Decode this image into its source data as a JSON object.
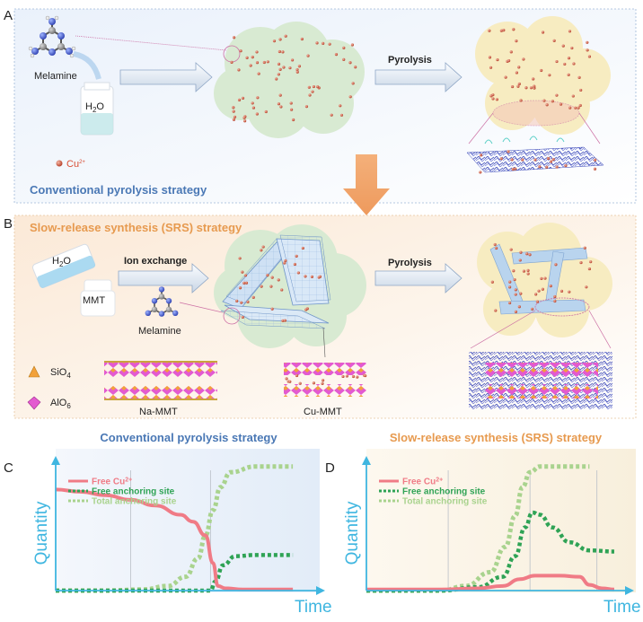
{
  "panels": {
    "a": {
      "letter": "A",
      "strategy": "Conventional pyrolysis strategy",
      "melamine": "Melamine",
      "water": "H",
      "water_sub": "2",
      "water_tail": "O",
      "cu": "Cu",
      "cu_sup": "2+",
      "pyrolysis": "Pyrolysis"
    },
    "b": {
      "letter": "B",
      "strategy": "Slow-release synthesis (SRS) strategy",
      "water": "H",
      "water_sub": "2",
      "water_tail": "O",
      "mmt": "MMT",
      "ion_exchange": "Ion exchange",
      "melamine": "Melamine",
      "pyrolysis": "Pyrolysis",
      "sio": "SiO",
      "sio_sub": "4",
      "alo": "AlO",
      "alo_sub": "6",
      "na_mmt": "Na-MMT",
      "cu_mmt": "Cu-MMT"
    },
    "c": {
      "letter": "C"
    },
    "d": {
      "letter": "D"
    }
  },
  "colors": {
    "free_cu": "#f07b86",
    "free_site": "#2fa355",
    "total_site": "#a9d38e",
    "axis": "#3fb6e0",
    "blue_text": "#4a78b5",
    "orange_text": "#e79a4f"
  },
  "chart_data": [
    {
      "type": "line",
      "title": "Conventional pyrolysis strategy",
      "xlabel": "Time",
      "ylabel": "Quantity",
      "xlim": [
        0,
        100
      ],
      "ylim": [
        0,
        100
      ],
      "stage_dividers": [
        30,
        62
      ],
      "legend": "top-left",
      "series": [
        {
          "name": "Free Cu",
          "name_sup": "2+",
          "style": "solid",
          "x": [
            0,
            10,
            20,
            30,
            40,
            50,
            55,
            60,
            63,
            65,
            68,
            75,
            85,
            95
          ],
          "values": [
            88,
            86,
            83,
            79,
            74,
            66,
            60,
            48,
            24,
            4,
            2,
            1,
            1,
            1
          ]
        },
        {
          "name": "Free anchoring site",
          "style": "dotted-dark",
          "x": [
            0,
            20,
            40,
            55,
            62,
            64,
            67,
            72,
            80,
            95
          ],
          "values": [
            0,
            0,
            0,
            0,
            0,
            8,
            22,
            30,
            31,
            31
          ]
        },
        {
          "name": "Total anchoring site",
          "style": "dotted-light",
          "x": [
            0,
            20,
            35,
            45,
            52,
            57,
            60,
            63,
            66,
            70,
            80,
            95
          ],
          "values": [
            0,
            0,
            1,
            4,
            12,
            28,
            48,
            70,
            90,
            103,
            108,
            108
          ]
        }
      ]
    },
    {
      "type": "line",
      "title": "Slow-release synthesis (SRS) strategy",
      "xlabel": "Time",
      "ylabel": "Quantity",
      "xlim": [
        0,
        100
      ],
      "ylim": [
        0,
        100
      ],
      "stage_dividers": [
        33,
        66,
        93
      ],
      "legend": "top-left",
      "series": [
        {
          "name": "Free Cu",
          "name_sup": "2+",
          "style": "solid",
          "x": [
            0,
            30,
            45,
            55,
            62,
            68,
            78,
            86,
            90,
            95,
            100
          ],
          "values": [
            1,
            1,
            2,
            4,
            10,
            13,
            13,
            12,
            5,
            2,
            1
          ]
        },
        {
          "name": "Free anchoring site",
          "style": "dotted-dark",
          "x": [
            0,
            30,
            45,
            55,
            60,
            64,
            67,
            70,
            75,
            82,
            90,
            100
          ],
          "values": [
            0,
            0,
            3,
            12,
            30,
            55,
            68,
            66,
            55,
            42,
            35,
            34
          ]
        },
        {
          "name": "Total anchoring site",
          "style": "dotted-light",
          "x": [
            0,
            30,
            40,
            50,
            56,
            60,
            63,
            66,
            70,
            80,
            90
          ],
          "values": [
            0,
            0,
            4,
            16,
            38,
            65,
            90,
            103,
            108,
            108,
            108
          ]
        }
      ]
    }
  ]
}
